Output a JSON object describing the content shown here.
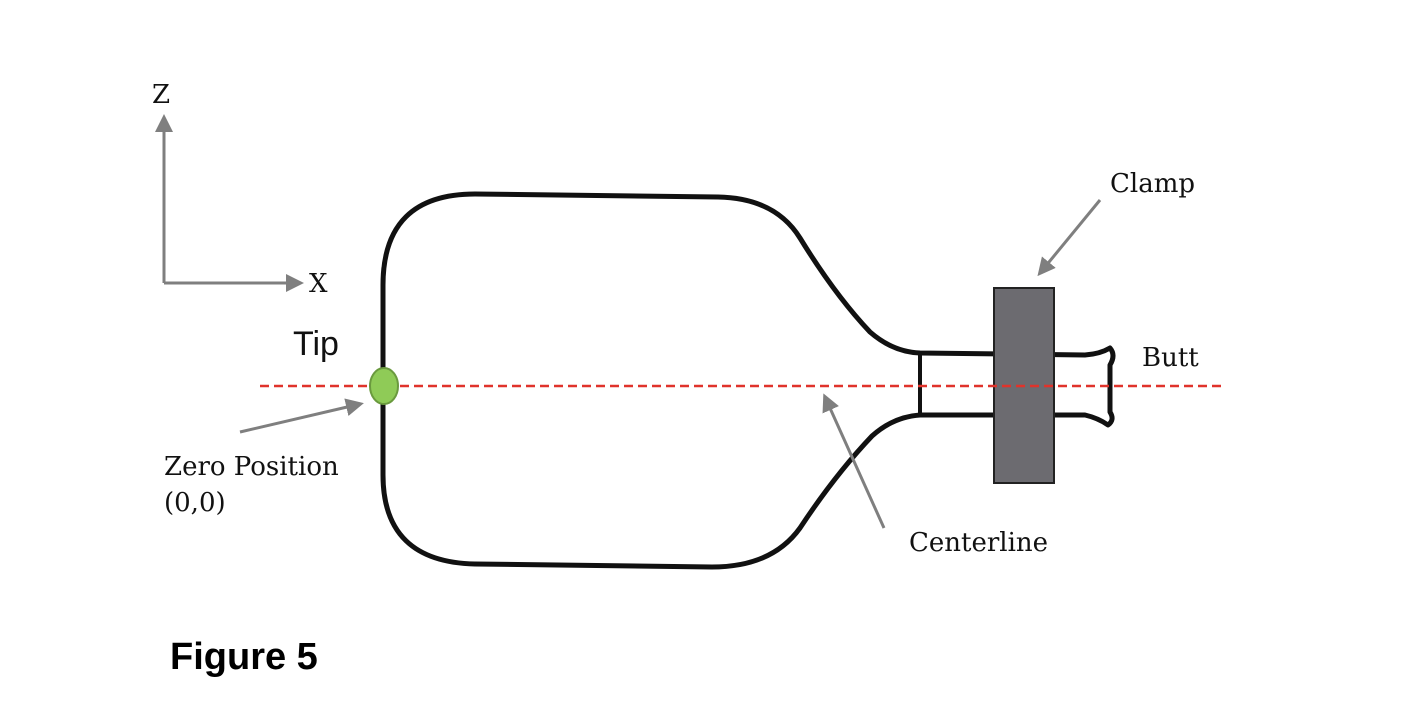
{
  "diagram": {
    "axes": {
      "z_label": "Z",
      "x_label": "X"
    },
    "labels": {
      "tip": "Tip",
      "zero_position": "Zero Position",
      "zero_coords": "(0,0)",
      "centerline": "Centerline",
      "clamp": "Clamp",
      "butt": "Butt"
    },
    "caption": "Figure 5",
    "colors": {
      "outline": "#111111",
      "centerline": "#e0332b",
      "zero_marker": "#8fcb57",
      "clamp_fill": "#6c6b70",
      "arrow": "#7f7f7f",
      "text": "#111111"
    }
  }
}
